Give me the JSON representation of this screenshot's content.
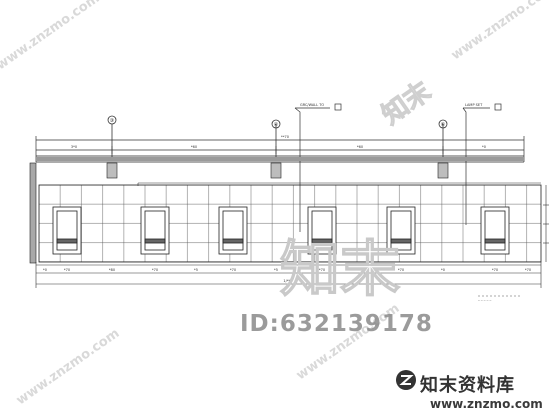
{
  "drawing": {
    "grid_markers": [
      "③",
      "④",
      "⑥"
    ],
    "top_dimensions": [
      "3*0",
      "*60",
      "*60",
      "*0"
    ],
    "overall_dimension": "**70",
    "bottom_dimensions": [
      "*0",
      "*70",
      "*80",
      "*70",
      "*5",
      "*70",
      "*5",
      "*70",
      "*70",
      "*0",
      "*70",
      "*70"
    ],
    "bottom_total": "1/**0",
    "callouts": [
      "GRC/WALL TO",
      "LAMP SET"
    ],
    "legend_note": "_ _ _ _ _"
  },
  "watermark": {
    "id_text": "ID:632139178",
    "brand": "知末资料库",
    "url": "www.znzmo.com",
    "big_mark": "知末",
    "diag_mark": "www.znzmo.com"
  }
}
